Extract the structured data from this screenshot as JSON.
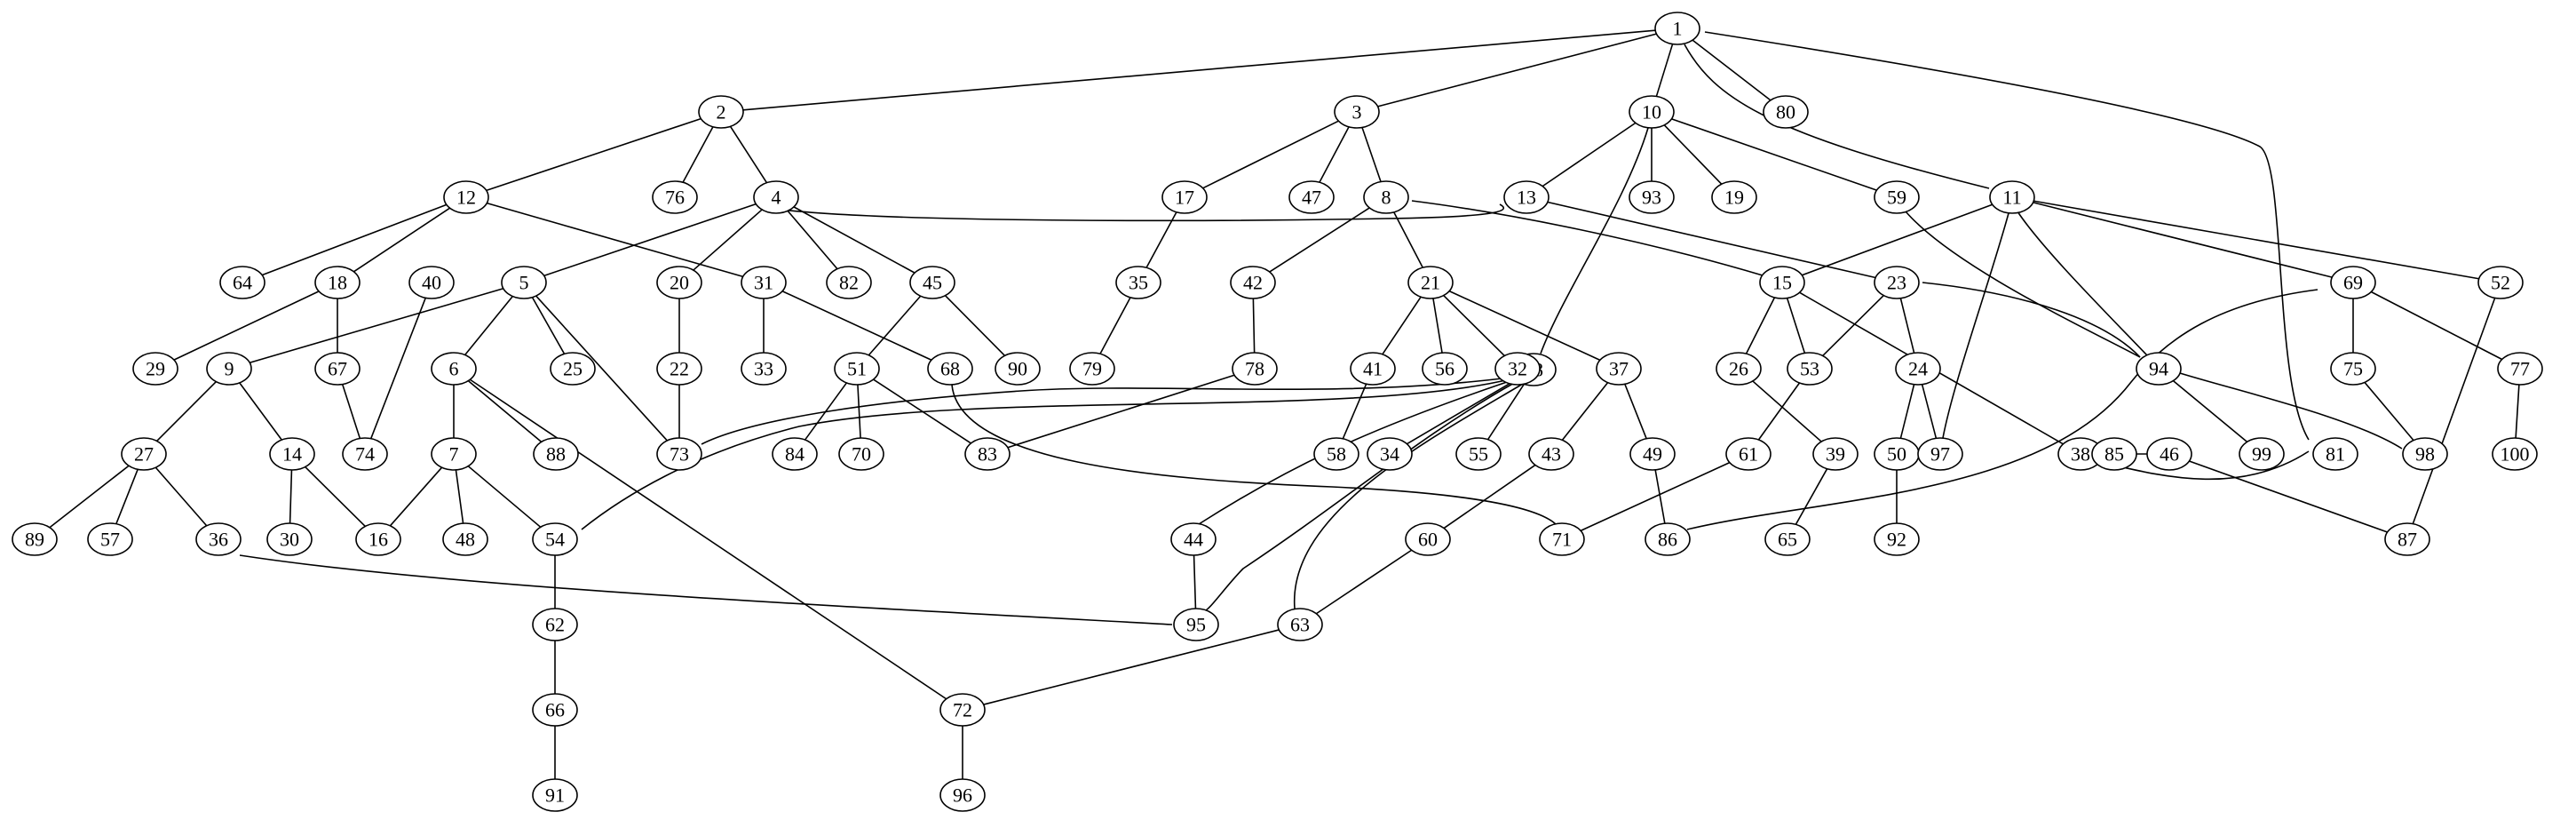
{
  "graph": {
    "nodes": [
      {
        "id": "1"
      },
      {
        "id": "2"
      },
      {
        "id": "3"
      },
      {
        "id": "4"
      },
      {
        "id": "5"
      },
      {
        "id": "6"
      },
      {
        "id": "7"
      },
      {
        "id": "8"
      },
      {
        "id": "9"
      },
      {
        "id": "10"
      },
      {
        "id": "11"
      },
      {
        "id": "12"
      },
      {
        "id": "13"
      },
      {
        "id": "14"
      },
      {
        "id": "15"
      },
      {
        "id": "16"
      },
      {
        "id": "17"
      },
      {
        "id": "18"
      },
      {
        "id": "19"
      },
      {
        "id": "20"
      },
      {
        "id": "21"
      },
      {
        "id": "22"
      },
      {
        "id": "23"
      },
      {
        "id": "24"
      },
      {
        "id": "25"
      },
      {
        "id": "26"
      },
      {
        "id": "27"
      },
      {
        "id": "28"
      },
      {
        "id": "29"
      },
      {
        "id": "30"
      },
      {
        "id": "31"
      },
      {
        "id": "32"
      },
      {
        "id": "33"
      },
      {
        "id": "34"
      },
      {
        "id": "35"
      },
      {
        "id": "36"
      },
      {
        "id": "37"
      },
      {
        "id": "38"
      },
      {
        "id": "39"
      },
      {
        "id": "40"
      },
      {
        "id": "41"
      },
      {
        "id": "42"
      },
      {
        "id": "43"
      },
      {
        "id": "44"
      },
      {
        "id": "45"
      },
      {
        "id": "46"
      },
      {
        "id": "47"
      },
      {
        "id": "48"
      },
      {
        "id": "49"
      },
      {
        "id": "50"
      },
      {
        "id": "51"
      },
      {
        "id": "52"
      },
      {
        "id": "53"
      },
      {
        "id": "54"
      },
      {
        "id": "55"
      },
      {
        "id": "56"
      },
      {
        "id": "57"
      },
      {
        "id": "58"
      },
      {
        "id": "59"
      },
      {
        "id": "60"
      },
      {
        "id": "61"
      },
      {
        "id": "62"
      },
      {
        "id": "63"
      },
      {
        "id": "64"
      },
      {
        "id": "65"
      },
      {
        "id": "66"
      },
      {
        "id": "67"
      },
      {
        "id": "68"
      },
      {
        "id": "69"
      },
      {
        "id": "70"
      },
      {
        "id": "71"
      },
      {
        "id": "72"
      },
      {
        "id": "73"
      },
      {
        "id": "74"
      },
      {
        "id": "75"
      },
      {
        "id": "76"
      },
      {
        "id": "77"
      },
      {
        "id": "78"
      },
      {
        "id": "79"
      },
      {
        "id": "80"
      },
      {
        "id": "81"
      },
      {
        "id": "82"
      },
      {
        "id": "83"
      },
      {
        "id": "84"
      },
      {
        "id": "85"
      },
      {
        "id": "86"
      },
      {
        "id": "87"
      },
      {
        "id": "88"
      },
      {
        "id": "89"
      },
      {
        "id": "90"
      },
      {
        "id": "91"
      },
      {
        "id": "92"
      },
      {
        "id": "93"
      },
      {
        "id": "94"
      },
      {
        "id": "95"
      },
      {
        "id": "96"
      },
      {
        "id": "97"
      },
      {
        "id": "98"
      },
      {
        "id": "99"
      },
      {
        "id": "100"
      }
    ],
    "edges": [
      [
        "1",
        "2"
      ],
      [
        "1",
        "3"
      ],
      [
        "1",
        "10"
      ],
      [
        "1",
        "11"
      ],
      [
        "1",
        "80"
      ],
      [
        "1",
        "81"
      ],
      [
        "2",
        "12"
      ],
      [
        "2",
        "76"
      ],
      [
        "2",
        "4"
      ],
      [
        "3",
        "17"
      ],
      [
        "3",
        "47"
      ],
      [
        "3",
        "8"
      ],
      [
        "10",
        "13"
      ],
      [
        "10",
        "93"
      ],
      [
        "10",
        "19"
      ],
      [
        "10",
        "59"
      ],
      [
        "10",
        "28"
      ],
      [
        "11",
        "15"
      ],
      [
        "11",
        "97"
      ],
      [
        "11",
        "94"
      ],
      [
        "11",
        "69"
      ],
      [
        "11",
        "52"
      ],
      [
        "12",
        "64"
      ],
      [
        "12",
        "18"
      ],
      [
        "12",
        "31"
      ],
      [
        "4",
        "40"
      ],
      [
        "4",
        "5"
      ],
      [
        "4",
        "20"
      ],
      [
        "4",
        "82"
      ],
      [
        "4",
        "45"
      ],
      [
        "17",
        "35"
      ],
      [
        "8",
        "42"
      ],
      [
        "8",
        "21"
      ],
      [
        "8",
        "15"
      ],
      [
        "13",
        "23"
      ],
      [
        "59",
        "94"
      ],
      [
        "18",
        "29"
      ],
      [
        "18",
        "67"
      ],
      [
        "40",
        "74"
      ],
      [
        "5",
        "9"
      ],
      [
        "5",
        "6"
      ],
      [
        "5",
        "25"
      ],
      [
        "5",
        "73"
      ],
      [
        "20",
        "22"
      ],
      [
        "31",
        "33"
      ],
      [
        "31",
        "68"
      ],
      [
        "45",
        "51"
      ],
      [
        "45",
        "90"
      ],
      [
        "35",
        "79"
      ],
      [
        "42",
        "78"
      ],
      [
        "21",
        "41"
      ],
      [
        "21",
        "56"
      ],
      [
        "21",
        "32"
      ],
      [
        "21",
        "37"
      ],
      [
        "15",
        "26"
      ],
      [
        "15",
        "53"
      ],
      [
        "15",
        "38"
      ],
      [
        "23",
        "53"
      ],
      [
        "23",
        "24"
      ],
      [
        "23",
        "94"
      ],
      [
        "69",
        "75"
      ],
      [
        "69",
        "77"
      ],
      [
        "69",
        "86"
      ],
      [
        "52",
        "87"
      ],
      [
        "9",
        "27"
      ],
      [
        "9",
        "14"
      ],
      [
        "67",
        "74"
      ],
      [
        "6",
        "7"
      ],
      [
        "6",
        "88"
      ],
      [
        "6",
        "72"
      ],
      [
        "22",
        "73"
      ],
      [
        "51",
        "84"
      ],
      [
        "51",
        "70"
      ],
      [
        "51",
        "83"
      ],
      [
        "68",
        "71"
      ],
      [
        "78",
        "83"
      ],
      [
        "41",
        "58"
      ],
      [
        "32",
        "44"
      ],
      [
        "28",
        "73"
      ],
      [
        "28",
        "54"
      ],
      [
        "28",
        "95"
      ],
      [
        "28",
        "63"
      ],
      [
        "28",
        "34"
      ],
      [
        "28",
        "55"
      ],
      [
        "37",
        "43"
      ],
      [
        "37",
        "49"
      ],
      [
        "26",
        "39"
      ],
      [
        "53",
        "61"
      ],
      [
        "24",
        "50"
      ],
      [
        "24",
        "97"
      ],
      [
        "94",
        "99"
      ],
      [
        "94",
        "98"
      ],
      [
        "75",
        "98"
      ],
      [
        "38",
        "85"
      ],
      [
        "38",
        "46"
      ],
      [
        "38",
        "81"
      ],
      [
        "77",
        "100"
      ],
      [
        "27",
        "89"
      ],
      [
        "27",
        "57"
      ],
      [
        "27",
        "36"
      ],
      [
        "14",
        "30"
      ],
      [
        "14",
        "16"
      ],
      [
        "7",
        "16"
      ],
      [
        "7",
        "48"
      ],
      [
        "7",
        "54"
      ],
      [
        "43",
        "60"
      ],
      [
        "49",
        "86"
      ],
      [
        "61",
        "71"
      ],
      [
        "39",
        "65"
      ],
      [
        "50",
        "92"
      ],
      [
        "46",
        "87"
      ],
      [
        "36",
        "95"
      ],
      [
        "54",
        "62"
      ],
      [
        "44",
        "95"
      ],
      [
        "60",
        "63"
      ],
      [
        "62",
        "66"
      ],
      [
        "63",
        "72"
      ],
      [
        "66",
        "91"
      ],
      [
        "72",
        "96"
      ]
    ]
  }
}
